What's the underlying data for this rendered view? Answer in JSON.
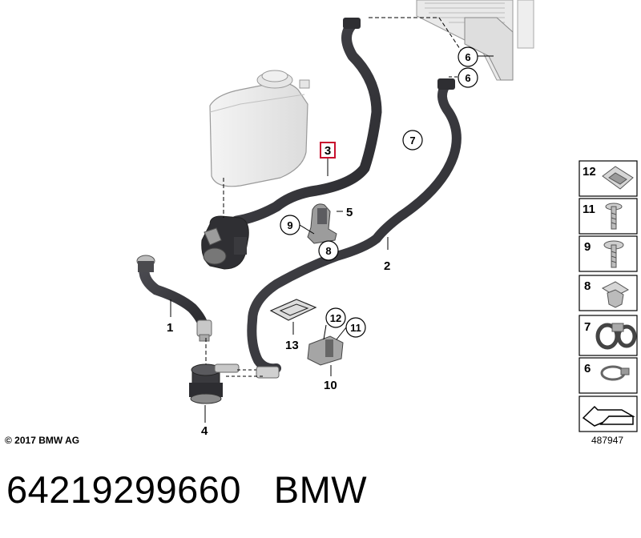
{
  "callouts": {
    "hose_1": "1",
    "hose_2": "2",
    "hose_3": "3",
    "pump_4": "4",
    "bracket_5": "5",
    "clamp_6_top": "6",
    "clamp_6_bottom": "6",
    "clamp_7": "7",
    "nut_8": "8",
    "screw_9": "9",
    "holder_10": "10",
    "screw_11": "11",
    "clip_12": "12",
    "pad_13": "13"
  },
  "parts_panel": {
    "items": [
      {
        "number": "12",
        "icon": "spring-clip-icon"
      },
      {
        "number": "11",
        "icon": "collar-screw-icon"
      },
      {
        "number": "9",
        "icon": "washer-screw-icon"
      },
      {
        "number": "8",
        "icon": "clip-nut-icon"
      },
      {
        "number": "7",
        "icon": "hose-clamp-icon"
      },
      {
        "number": "6",
        "icon": "spring-band-clamp-icon"
      },
      {
        "number": "",
        "icon": "arrow-direction-icon"
      }
    ],
    "image_id": "487947"
  },
  "copyright": "© 2017 BMW AG",
  "caption": {
    "part_number": "64219299660",
    "brand": "BMW"
  },
  "colors": {
    "hose": "#3a3a3f",
    "highlight": "#c8102e",
    "line": "#000000"
  }
}
